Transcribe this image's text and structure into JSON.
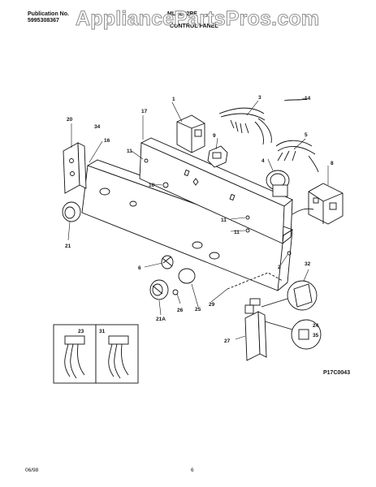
{
  "header": {
    "pub_label": "Publication No.",
    "pub_number": "5995308367",
    "model": "MLXE42RE",
    "section": "CONTROL PANEL"
  },
  "watermark": "AppliancePartsPros.com",
  "callouts": [
    "1",
    "2",
    "3",
    "4",
    "5",
    "6",
    "8",
    "9",
    "10",
    "11",
    "11",
    "11",
    "14",
    "16",
    "17",
    "20",
    "21",
    "21A",
    "23",
    "24",
    "25",
    "26",
    "27",
    "29",
    "31",
    "32",
    "34",
    "35"
  ],
  "figure_code": "P17C0043",
  "footer": {
    "date": "06/98",
    "page": "6"
  }
}
